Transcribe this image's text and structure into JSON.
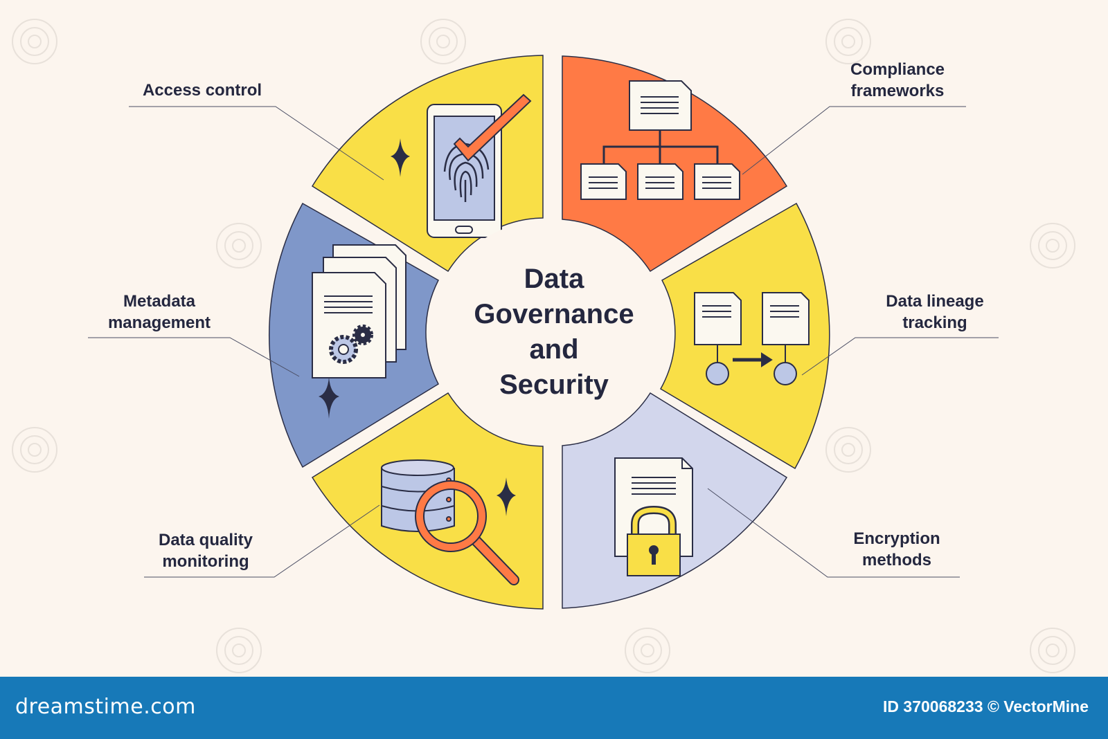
{
  "diagram": {
    "title": "Data\nGovernance\nand\nSecurity",
    "segments": [
      {
        "label": "Access control",
        "icon": "fingerprint-phone-icon",
        "color": "#f9df47"
      },
      {
        "label": "Compliance\nframeworks",
        "icon": "document-hierarchy-icon",
        "color": "#ff7a45"
      },
      {
        "label": "Data lineage\ntracking",
        "icon": "document-flow-icon",
        "color": "#f9df47"
      },
      {
        "label": "Encryption\nmethods",
        "icon": "locked-document-icon",
        "color": "#d2d6ec"
      },
      {
        "label": "Data quality\nmonitoring",
        "icon": "database-search-icon",
        "color": "#f9df47"
      },
      {
        "label": "Metadata\nmanagement",
        "icon": "document-settings-icon",
        "color": "#7f97c9"
      }
    ]
  },
  "footer": {
    "logo": "dreamstime.com",
    "credit": "ID 370068233 © VectorMine"
  }
}
